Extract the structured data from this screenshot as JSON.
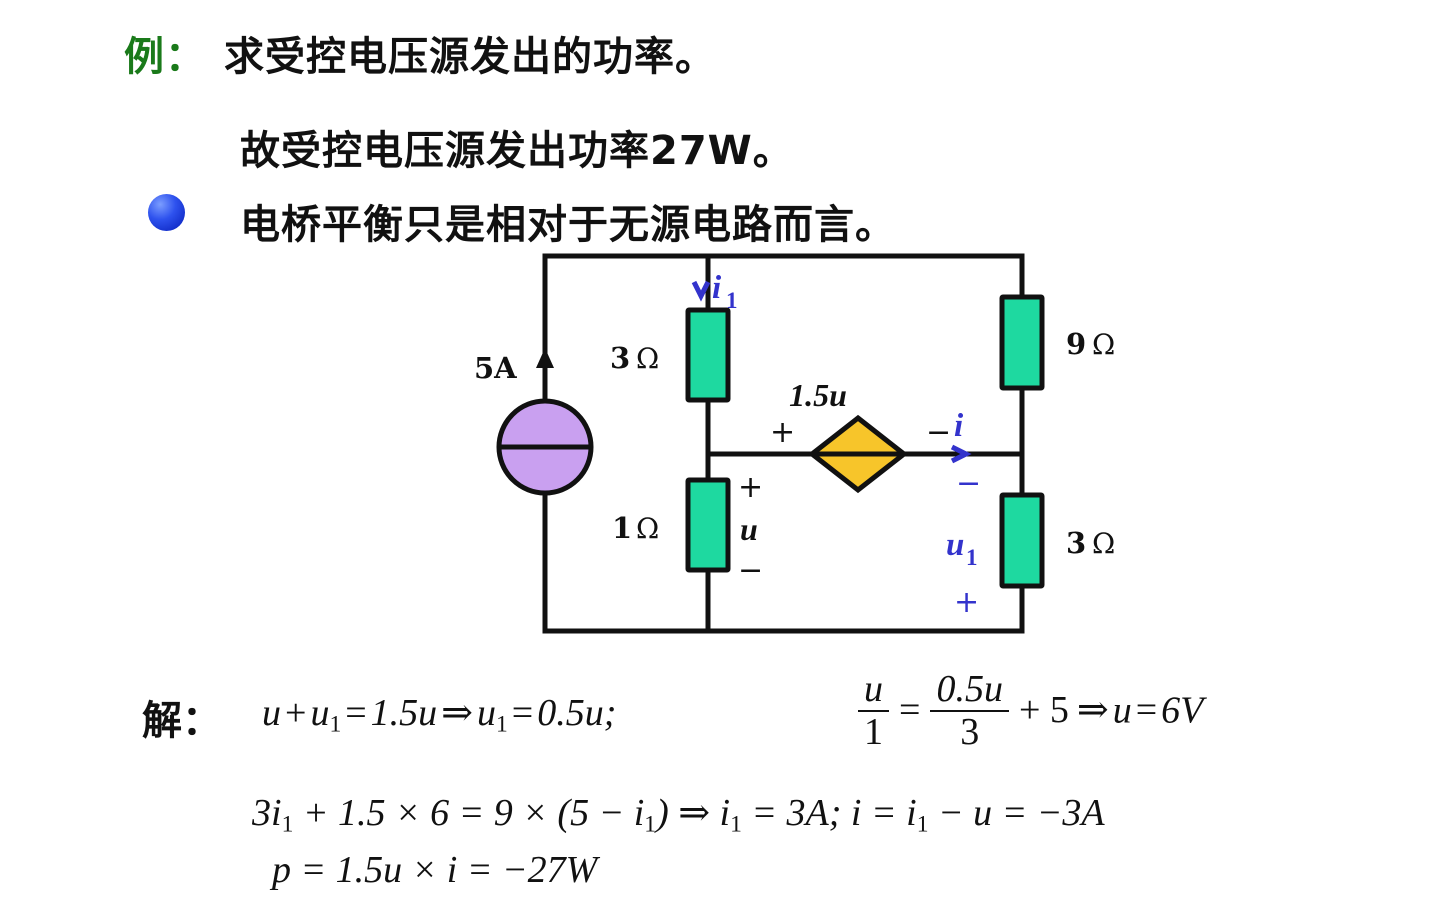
{
  "slide": {
    "title_label": "例：",
    "title_text": "求受控电压源发出的功率。",
    "conclusion_text": "故受控电压源发出功率27W。",
    "bullet_text": "电桥平衡只是相对于无源电路而言。",
    "solve_label": "解：",
    "bullet_icon": "blue-sphere-bullet"
  },
  "colors": {
    "heading_green": "#1a7a1a",
    "annotation_blue": "#3333cc",
    "resistor_fill": "#1ed9a0",
    "source_fill": "#c9a0f0",
    "dependent_source_fill": "#f7c52a",
    "wire": "#111111"
  },
  "circuit": {
    "title": "bridge-circuit-with-dependent-source",
    "current_source": {
      "name": "current-source-5A",
      "label": "5A",
      "symbol": "circle-with-horizontal-bar",
      "arrow_direction": "up"
    },
    "resistors": [
      {
        "name": "resistor-3ohm-top-middle",
        "label": "3",
        "unit": "Ω",
        "position": "top-middle"
      },
      {
        "name": "resistor-1ohm-bottom-middle",
        "label": "1",
        "unit": "Ω",
        "position": "bottom-middle"
      },
      {
        "name": "resistor-9ohm-top-right",
        "label": "9",
        "unit": "Ω",
        "position": "top-right"
      },
      {
        "name": "resistor-3ohm-bottom-right",
        "label": "3",
        "unit": "Ω",
        "position": "bottom-right"
      }
    ],
    "dependent_source": {
      "name": "dependent-voltage-source",
      "label": "1.5u",
      "symbol": "diamond-with-horizontal-bar",
      "plus": "+",
      "minus": "−"
    },
    "annotations": {
      "i1_label": "i",
      "i1_sub": "1",
      "i_label": "i",
      "u_label": "u",
      "u1_label": "u",
      "u1_sub": "1",
      "u_plus": "+",
      "u_minus": "−",
      "u1_plus": "+",
      "u1_minus": "−"
    }
  },
  "equations": {
    "eq1_left": {
      "lhs_u": "u",
      "plus": "+",
      "u1": "u",
      "u1_sub": "1",
      "eq": "=",
      "rhs": "1.5u",
      "implies": "⇒",
      "u1b": "u",
      "u1b_sub": "1",
      "eq2": "=",
      "result": "0.5u;"
    },
    "eq1_right": {
      "frac1_num": "u",
      "frac1_den": "1",
      "eq": "=",
      "frac2_num": "0.5u",
      "frac2_den": "3",
      "plus5": "+ 5",
      "implies": "⇒",
      "u": "u",
      "eq2": "=",
      "result": "6V"
    },
    "eq2": {
      "text_a": "3i",
      "sub_a": "1",
      "text_b": " + 1.5 × 6 = 9 × (5 − i",
      "sub_b": "1",
      "text_c": ") ⇒ i",
      "sub_c": "1",
      "text_d": " = 3A;   i = i",
      "sub_d": "1",
      "text_e": " − u = −3A"
    },
    "eq3": {
      "text": "p = 1.5u × i = −27W"
    }
  }
}
